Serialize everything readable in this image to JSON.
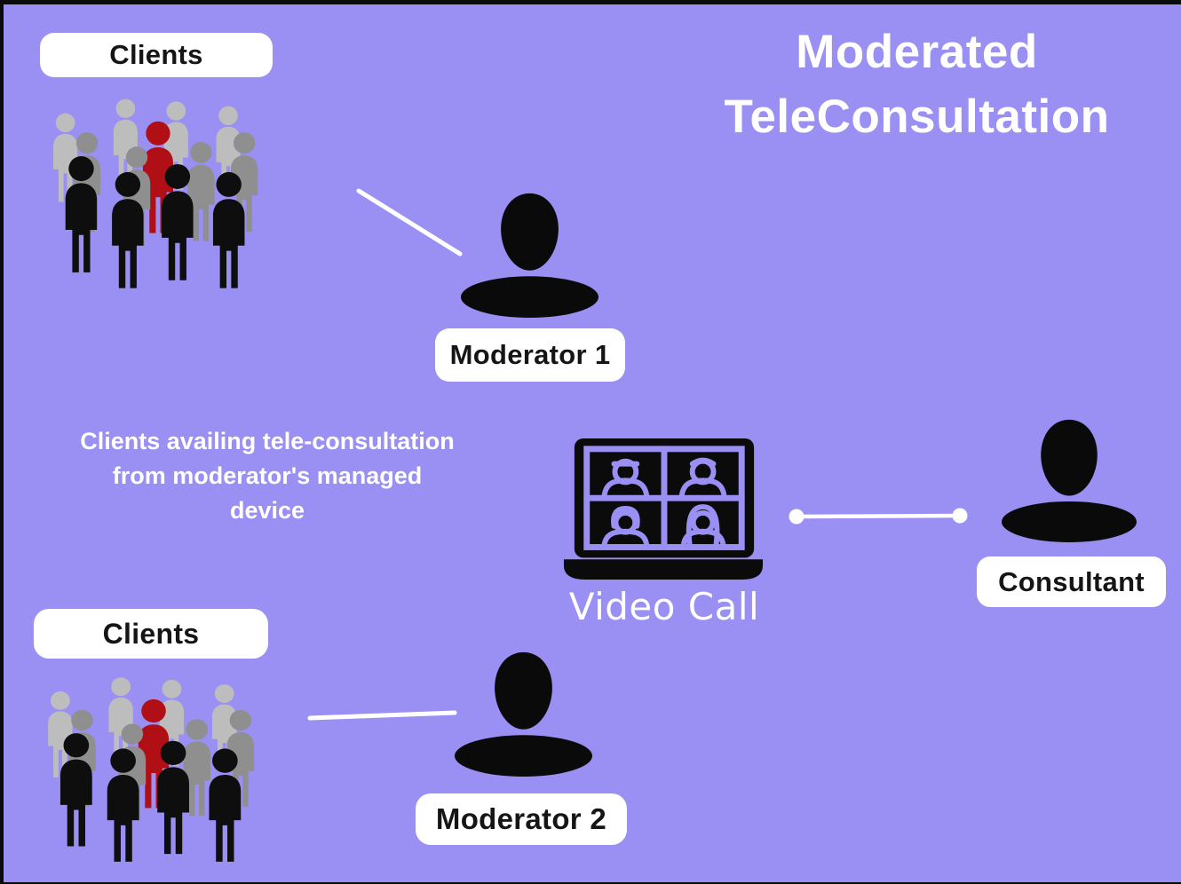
{
  "title": {
    "lines": [
      "Moderated",
      "TeleConsultation"
    ]
  },
  "cards": {
    "clients_top": "Clients",
    "moderator1": "Moderator 1",
    "consultant": "Consultant",
    "clients_bottom": "Clients",
    "moderator2": "Moderator 2"
  },
  "description": {
    "lines": [
      "Clients availing tele-consultation",
      "from moderator's managed",
      "device"
    ]
  },
  "video_call_label": "Video Call",
  "icons": {
    "crowd_top": "clients-crowd-icon",
    "crowd_bottom": "clients-crowd-icon",
    "moderator1": "person-silhouette-icon",
    "moderator2": "person-silhouette-icon",
    "consultant": "person-silhouette-icon",
    "video_call": "video-call-laptop-icon",
    "connectors": "connector-lines"
  },
  "colors": {
    "background": "#9A8FF2",
    "card_bg": "#FFFFFF",
    "card_text": "#151515",
    "title_text": "#FFFFFF",
    "crowd_back": "#BDBDBD",
    "crowd_mid": "#8F8F8F",
    "crowd_highlight": "#B01015",
    "crowd_front": "#0E0E0E",
    "silhouette": "#0A0A0A",
    "connector": "#FFFFFF"
  }
}
